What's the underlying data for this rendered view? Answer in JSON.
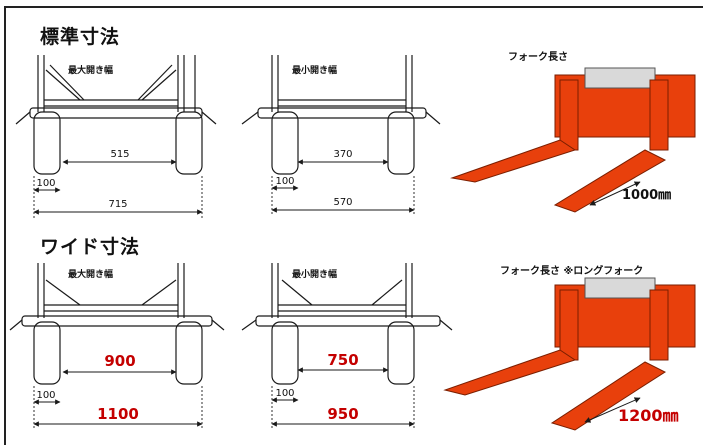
{
  "sections": {
    "standard": {
      "title": "標準寸法",
      "max_label": "最大開き幅",
      "min_label": "最小開き幅",
      "fork_label": "フォーク長さ",
      "max": {
        "inner": "515",
        "outer": "715",
        "fork": "100"
      },
      "min": {
        "inner": "370",
        "outer": "570",
        "fork": "100"
      },
      "fork_length": "1000㎜"
    },
    "wide": {
      "title": "ワイド寸法",
      "max_label": "最大開き幅",
      "min_label": "最小開き幅",
      "fork_label": "フォーク長さ ※ロングフォーク",
      "max": {
        "inner": "900",
        "outer": "1100",
        "fork": "100"
      },
      "min": {
        "inner": "750",
        "outer": "950",
        "fork": "100"
      },
      "fork_length": "1200㎜"
    }
  },
  "colors": {
    "accent_red": "#c40000",
    "fork_orange": "#e8400c",
    "line": "#1a1a1a"
  }
}
